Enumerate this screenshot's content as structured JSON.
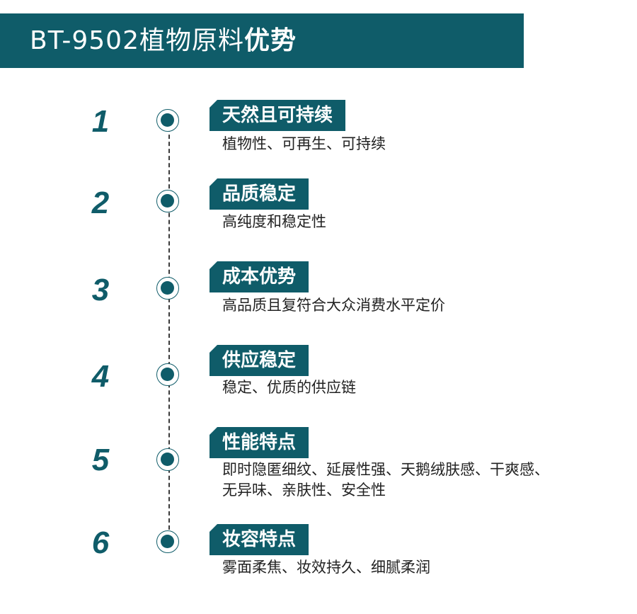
{
  "header": {
    "title_prefix": "BT-9502植物原料",
    "title_bold": "优势"
  },
  "items": [
    {
      "num": "1",
      "title": "天然且可持续",
      "desc_lines": [
        "植物性、可再生、可持续"
      ]
    },
    {
      "num": "2",
      "title": "品质稳定",
      "desc_lines": [
        "高纯度和稳定性"
      ]
    },
    {
      "num": "3",
      "title": "成本优势",
      "desc_lines": [
        "高品质且复符合大众消费水平定价"
      ]
    },
    {
      "num": "4",
      "title": "供应稳定",
      "desc_lines": [
        "稳定、优质的供应链"
      ]
    },
    {
      "num": "5",
      "title": "性能特点",
      "desc_lines": [
        "即时隐匿细纹、延展性强、天鹅绒肤感、干爽感、",
        "无异味、亲肤性、安全性"
      ]
    },
    {
      "num": "6",
      "title": "妆容特点",
      "desc_lines": [
        "雾面柔焦、妆效持久、细腻柔润"
      ]
    }
  ],
  "colors": {
    "primary": "#0f5c69",
    "text": "#222222",
    "background": "#ffffff"
  },
  "icons": {
    "timeline_node": "filled-circle-ring-icon"
  }
}
